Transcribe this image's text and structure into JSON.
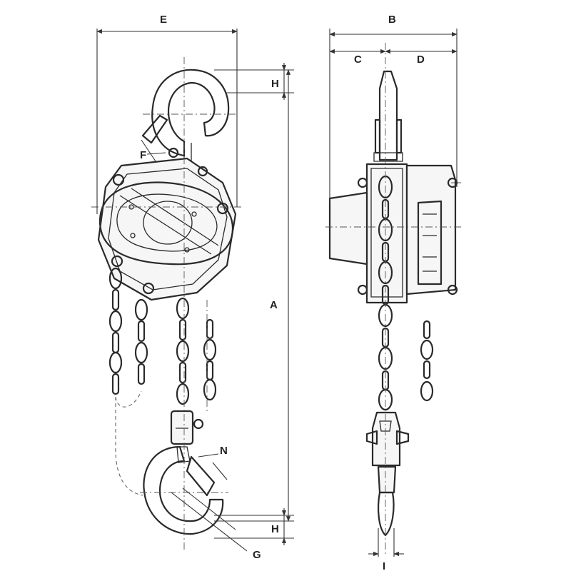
{
  "labels": {
    "A": "A",
    "B": "B",
    "C": "C",
    "D": "D",
    "E": "E",
    "F": "F",
    "G": "G",
    "H_top": "H",
    "H_bottom": "H",
    "I": "I",
    "N": "N"
  },
  "colors": {
    "ink": "#2a2a2a",
    "paper": "#ffffff"
  }
}
